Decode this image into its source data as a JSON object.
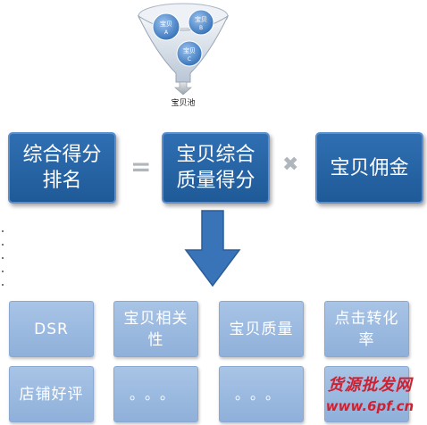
{
  "funnel": {
    "items": [
      {
        "label": "宝贝",
        "sub": "A"
      },
      {
        "label": "宝贝",
        "sub": "B"
      },
      {
        "label": "宝贝",
        "sub": "C"
      }
    ],
    "output_label": "宝贝池"
  },
  "formula": {
    "left": [
      "综合得分",
      "排名"
    ],
    "equals_symbol": "=",
    "middle": [
      "宝贝综合",
      "质量得分"
    ],
    "times_symbol": "✖",
    "right": "宝贝佣金"
  },
  "factors": {
    "row1": [
      "DSR",
      "宝贝相关\n性",
      "宝贝质量",
      "点击转化\n率"
    ],
    "row2": [
      "店铺好评",
      "。。。",
      "。。。",
      ""
    ]
  },
  "watermark": {
    "line1": "货源批发网",
    "line2": "www.6pf.cn"
  },
  "colors": {
    "dark_box": "#1f5a98",
    "light_box": "#9bbbe2",
    "arrow": "#3a74b8",
    "watermark": "#cc2233"
  }
}
